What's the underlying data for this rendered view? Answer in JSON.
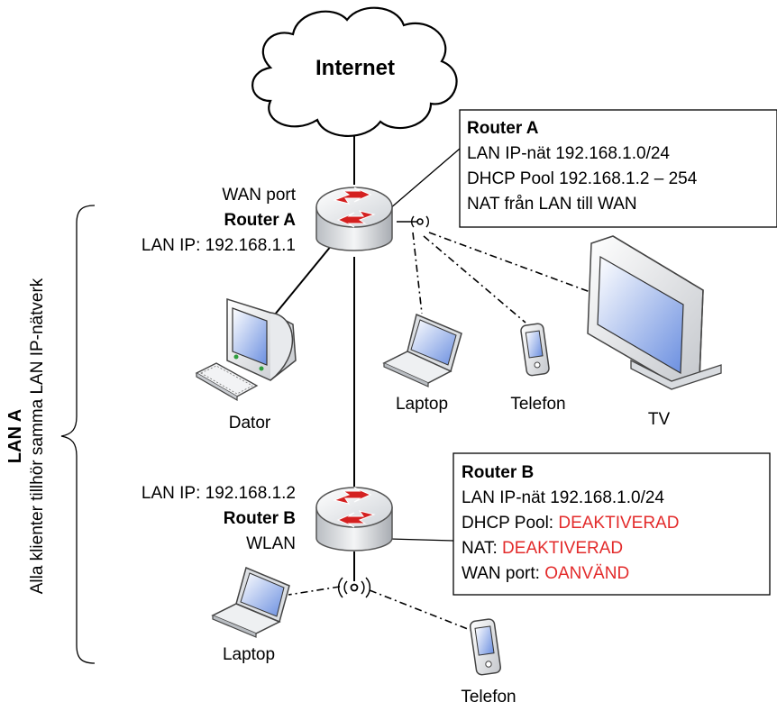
{
  "cloud": {
    "label": "Internet"
  },
  "router_a": {
    "side": {
      "line1": "WAN port",
      "name": "Router A",
      "line3": "LAN IP: 192.168.1.1"
    },
    "box": {
      "title": "Router A",
      "line1": "LAN IP-nät 192.168.1.0/24",
      "line2": "DHCP Pool 192.168.1.2 – 254",
      "line3": "NAT från LAN till WAN"
    }
  },
  "router_b": {
    "side": {
      "line1": "LAN IP: 192.168.1.2",
      "name": "Router B",
      "line3": "WLAN"
    },
    "box": {
      "title": "Router B",
      "line1": "LAN IP-nät 192.168.1.0/24",
      "dhcp_label": "DHCP Pool: ",
      "dhcp_value": "DEAKTIVERAD",
      "nat_label": "NAT: ",
      "nat_value": "DEAKTIVERAD",
      "wan_label": "WAN port: ",
      "wan_value": "OANVÄND"
    }
  },
  "devices": {
    "dator": "Dator",
    "laptop_a": "Laptop",
    "telefon_a": "Telefon",
    "tv": "TV",
    "laptop_b": "Laptop",
    "telefon_b": "Telefon"
  },
  "lan": {
    "title": "LAN A",
    "subtitle": "Alla klienter tillhör samma LAN IP-nätverk"
  },
  "colors": {
    "highlight_red": "#e32b2b",
    "router_arrow_red": "#d42020",
    "device_blue": "#5a7fd6"
  }
}
